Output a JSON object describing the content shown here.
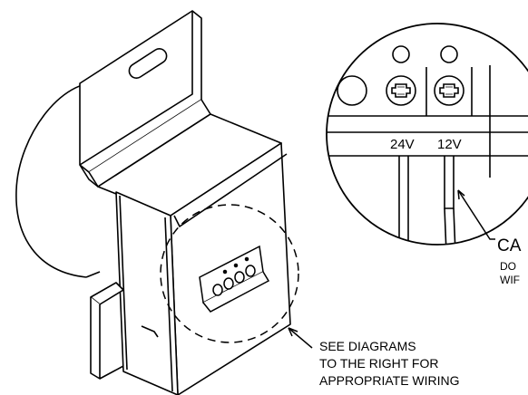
{
  "detail": {
    "terminal_left_label": "24V",
    "terminal_right_label": "12V",
    "caution_heading_partial": "CA",
    "caution_line1_partial": "DO",
    "caution_line2_partial": "WIF"
  },
  "callout": {
    "line1": "SEE DIAGRAMS",
    "line2": "TO THE RIGHT FOR",
    "line3": "APPROPRIATE WIRING"
  }
}
